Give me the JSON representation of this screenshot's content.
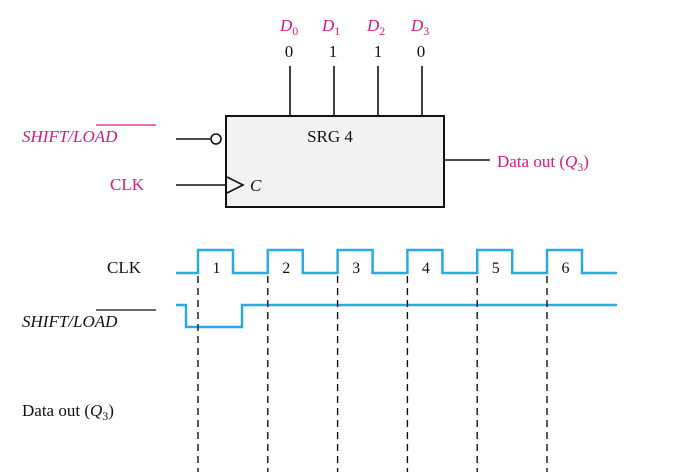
{
  "colors": {
    "label_accent": "#d6197f",
    "waveform": "#29abe2",
    "ink": "#111111",
    "box_fill": "#f2f2f2"
  },
  "register": {
    "name": "SRG 4",
    "clock_input_label": "C",
    "inputs": [
      {
        "name": "D",
        "subscript": "0",
        "value": "0"
      },
      {
        "name": "D",
        "subscript": "1",
        "value": "1"
      },
      {
        "name": "D",
        "subscript": "2",
        "value": "1"
      },
      {
        "name": "D",
        "subscript": "3",
        "value": "0"
      }
    ],
    "shift_load_label": {
      "shift": "SHIFT",
      "slash": "/",
      "load_bar": "LOAD"
    },
    "clk_label": "CLK",
    "output_label": {
      "text": "Data out (",
      "q": "Q",
      "sub": "3",
      "close": ")"
    }
  },
  "timing": {
    "clk_label": "CLK",
    "shift_load_label": {
      "shift": "SHIFT",
      "slash": "/",
      "load_bar": "LOAD"
    },
    "data_out_label": {
      "text": "Data out (",
      "q": "Q",
      "sub": "3",
      "close": ")"
    },
    "pulses": [
      "1",
      "2",
      "3",
      "4",
      "5",
      "6"
    ],
    "shift_load_low_during_pulses": [
      1
    ]
  }
}
